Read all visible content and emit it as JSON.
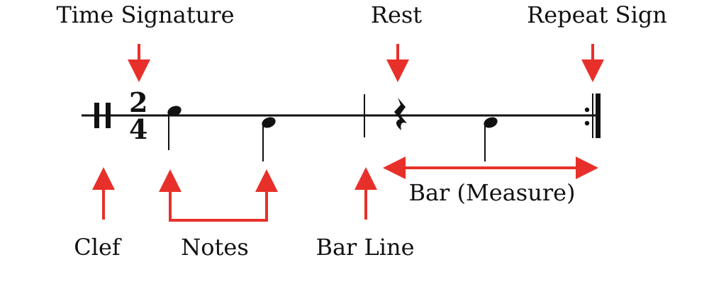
{
  "labels": {
    "time_signature": "Time Signature",
    "rest": "Rest",
    "repeat_sign": "Repeat Sign",
    "clef": "Clef",
    "notes": "Notes",
    "bar_line": "Bar Line",
    "bar_measure": "Bar (Measure)"
  },
  "time_signature": {
    "top": "2",
    "bottom": "4"
  },
  "colors": {
    "ink": "#111111",
    "arrow": "#e8302a",
    "background": "#ffffff"
  }
}
